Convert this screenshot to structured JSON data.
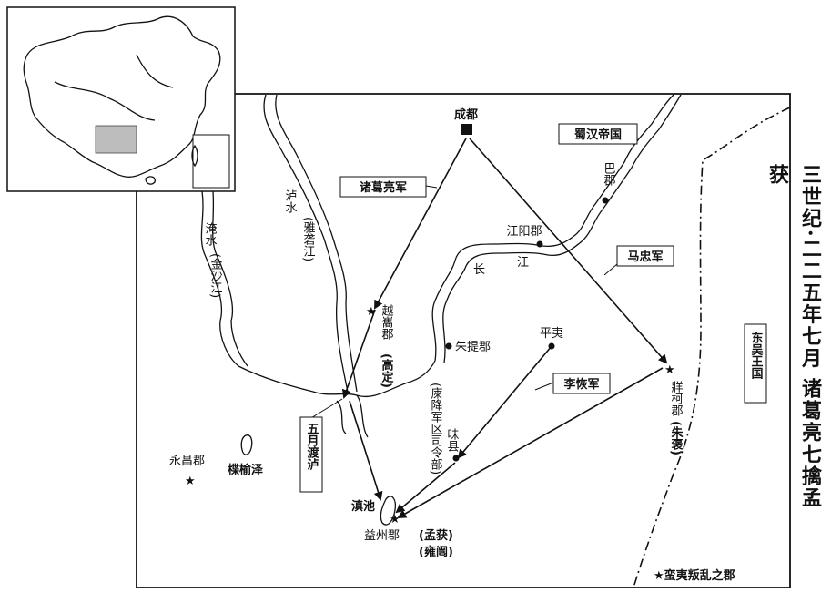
{
  "title": "三世纪·二二五年七月 诸葛亮七擒孟获",
  "regions": {
    "shu": "蜀汉帝国",
    "wu": "东吴王国"
  },
  "cities": {
    "chengdu": "成都",
    "ba": "巴郡",
    "jiangyang": "江阳郡",
    "zhuti": "朱提郡",
    "pingyi": "平夷",
    "weixian": "味县",
    "yongchang": "永昌郡",
    "yizhou": "益州郡",
    "yizhou_note1": "(孟获)",
    "yizhou_note2": "(雍闿)",
    "yuexi": "越巂郡",
    "yuexi_note": "(高定)",
    "zangke": "牂柯郡",
    "zangke_note": "(朱褒)",
    "laixiang": "(庲降军区司令部)"
  },
  "waters": {
    "yangtze1": "长",
    "yangtze2": "江",
    "yanshui": "淹水",
    "yanshui_sub": "(金沙江)",
    "lushui": "泸水",
    "lushui_sub": "(雅砻江)",
    "dianchi": "滇池",
    "xieyuze": "楪榆泽"
  },
  "armies": {
    "zhuge": "诸葛亮军",
    "mazhong": "马忠军",
    "lihui": "李恢军",
    "crossing": "五月渡泸"
  },
  "legend": "★蛮夷叛乱之郡",
  "icons": {
    "capital": "square-marker",
    "rebel": "star-marker",
    "city": "dot-marker"
  }
}
